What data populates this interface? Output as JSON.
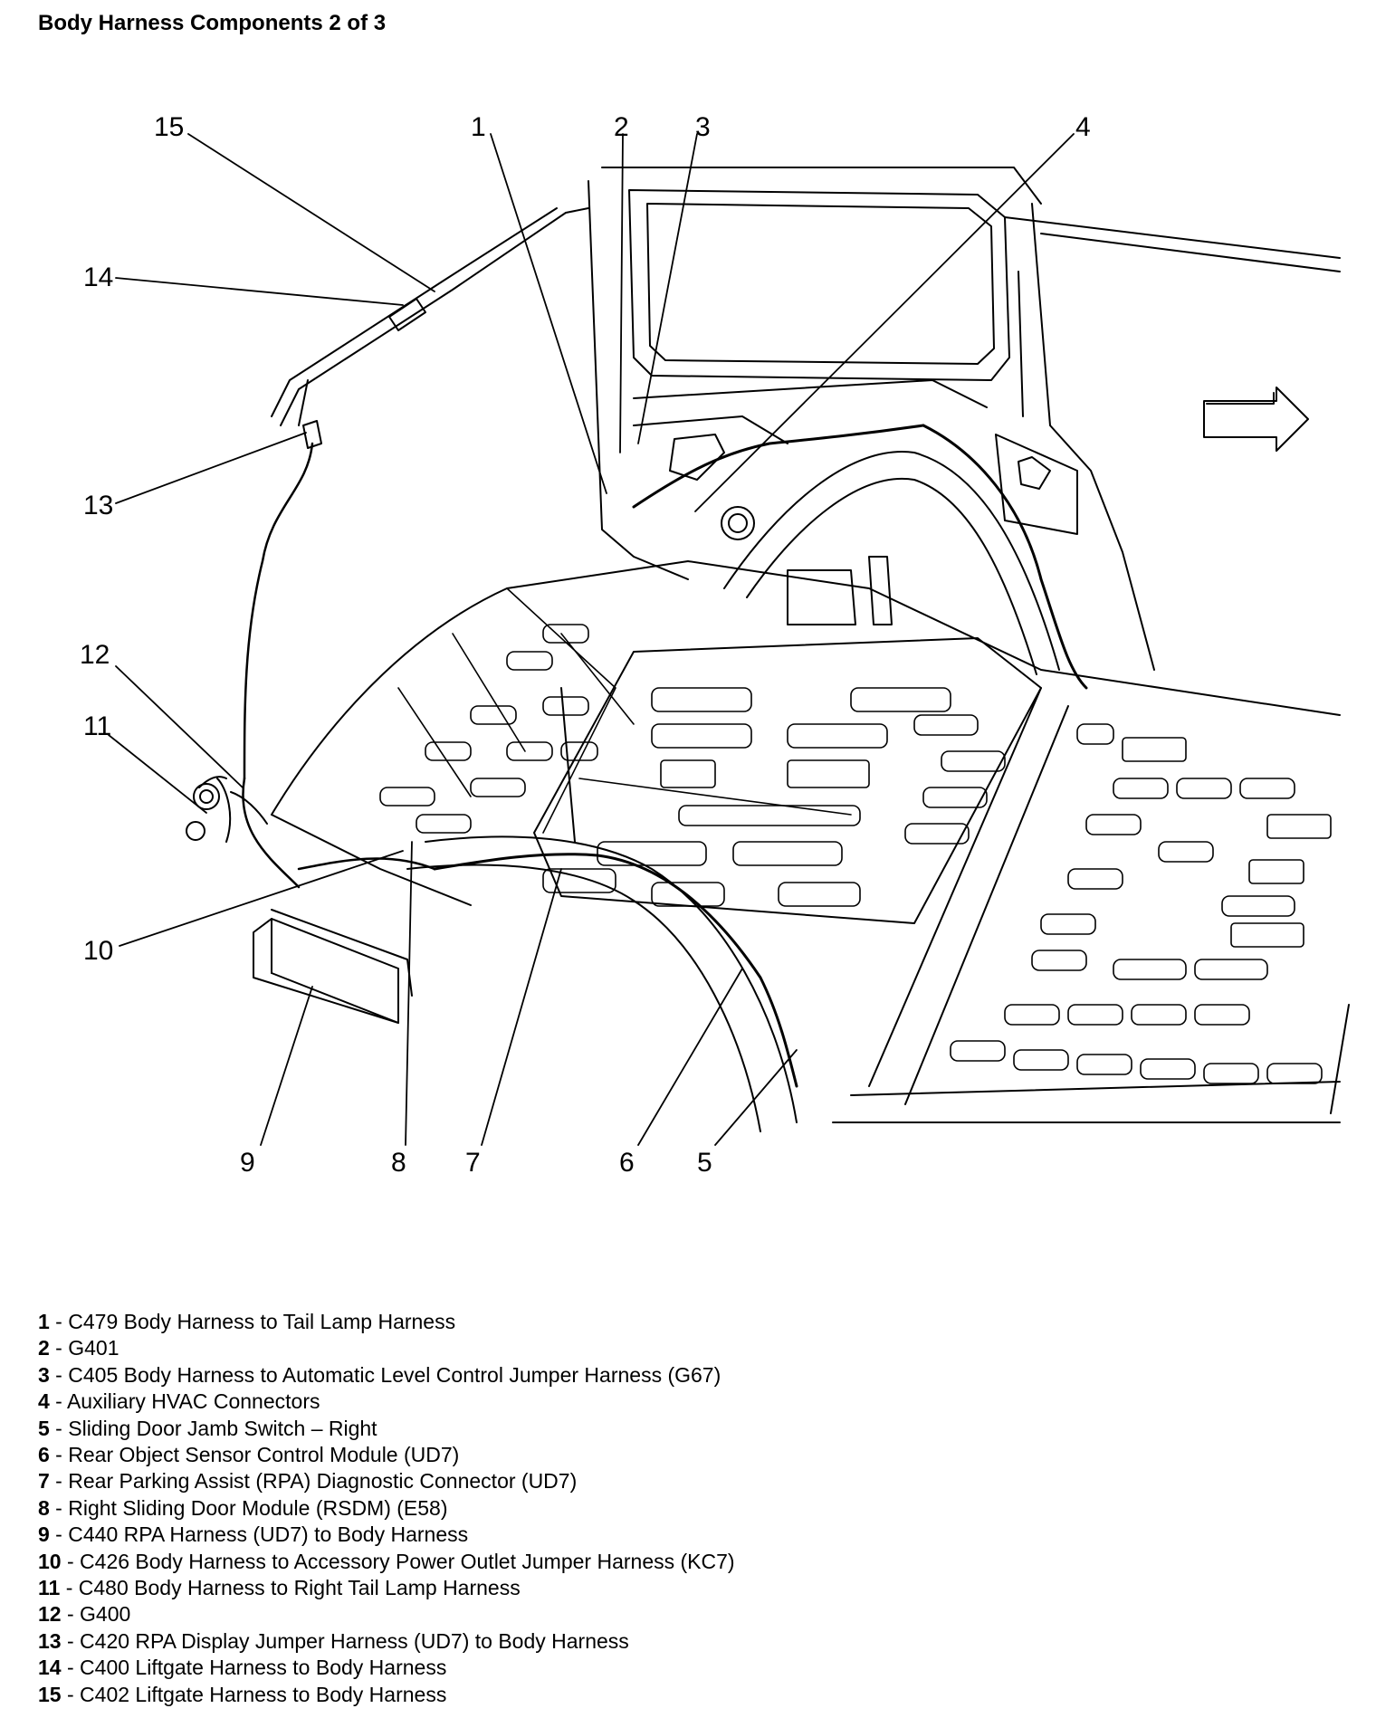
{
  "title": "Body Harness Components 2 of 3",
  "callouts": [
    "1",
    "2",
    "3",
    "4",
    "5",
    "6",
    "7",
    "8",
    "9",
    "10",
    "11",
    "12",
    "13",
    "14",
    "15"
  ],
  "legend": [
    {
      "num": "1",
      "sep": " - ",
      "text": "C479 Body Harness to Tail Lamp Harness"
    },
    {
      "num": "2",
      "sep": " - ",
      "text": "G401"
    },
    {
      "num": "3",
      "sep": " - ",
      "text": "C405 Body Harness to Automatic Level Control Jumper Harness (G67)"
    },
    {
      "num": "4",
      "sep": " - ",
      "text": "Auxiliary HVAC Connectors"
    },
    {
      "num": "5",
      "sep": " - ",
      "text": "Sliding Door Jamb Switch – Right"
    },
    {
      "num": "6",
      "sep": " - ",
      "text": "Rear Object Sensor Control Module (UD7)"
    },
    {
      "num": "7",
      "sep": " - ",
      "text": "Rear Parking Assist (RPA) Diagnostic Connector (UD7)"
    },
    {
      "num": "8",
      "sep": " - ",
      "text": "Right Sliding Door Module (RSDM) (E58)"
    },
    {
      "num": "9",
      "sep": " - ",
      "text": "C440 RPA Harness (UD7) to Body Harness"
    },
    {
      "num": "10",
      "sep": " - ",
      "text": "C426 Body Harness to Accessory Power Outlet Jumper Harness (KC7)"
    },
    {
      "num": "11",
      "sep": " - ",
      "text": "C480 Body Harness to Right Tail Lamp Harness"
    },
    {
      "num": "12",
      "sep": " - ",
      "text": "G400"
    },
    {
      "num": "13",
      "sep": " - ",
      "text": "C420 RPA Display Jumper Harness (UD7) to Body Harness"
    },
    {
      "num": "14",
      "sep": " - ",
      "text": "C400 Liftgate Harness to Body Harness"
    },
    {
      "num": "15",
      "sep": " - ",
      "text": "C402 Liftgate Harness to Body Harness"
    }
  ]
}
